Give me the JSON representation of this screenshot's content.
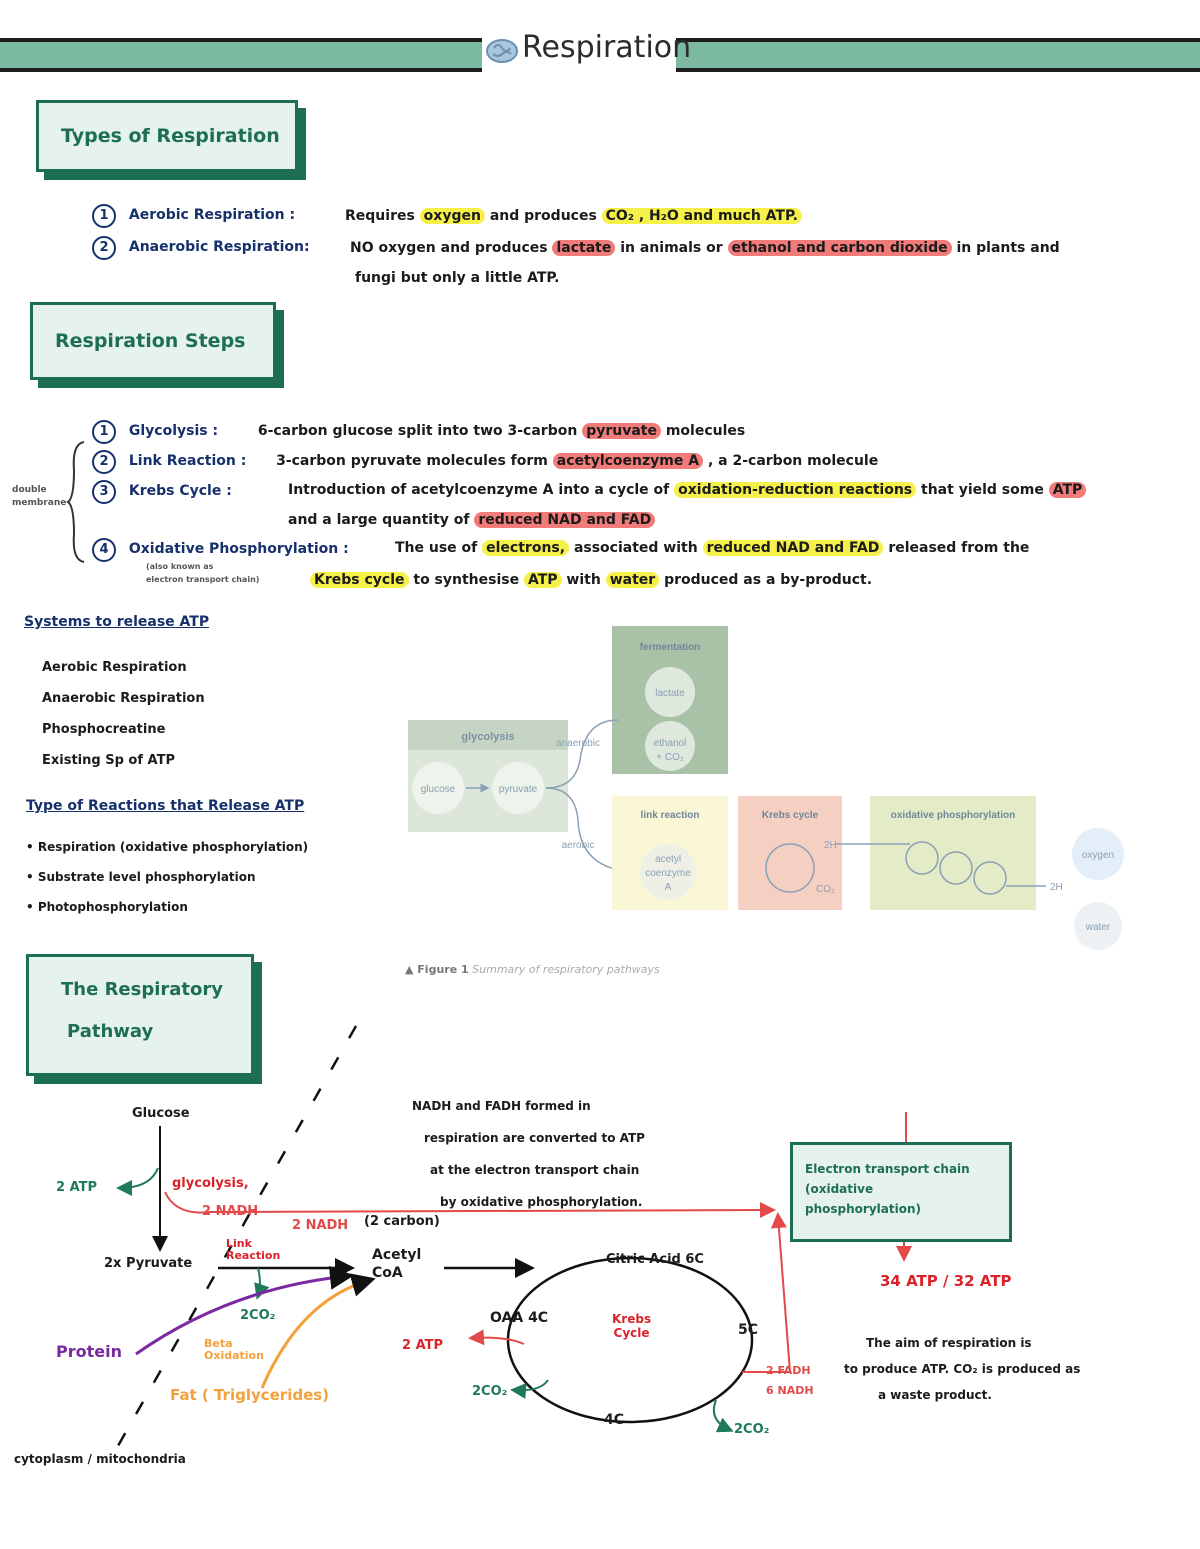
{
  "header": {
    "title": "Respiration"
  },
  "sections": {
    "types": {
      "heading": "Types of Respiration"
    },
    "steps": {
      "heading": "Respiration Steps"
    },
    "pathway": {
      "heading_line1": "The Respiratory",
      "heading_line2": "Pathway"
    }
  },
  "types_list": [
    {
      "num": "1",
      "term": "Aerobic Respiration :",
      "desc_parts": [
        "Requires",
        "oxygen",
        "and produces",
        "CO₂ , H₂O and much ATP."
      ]
    },
    {
      "num": "2",
      "term": "Anaerobic Respiration:",
      "desc_line1_parts": [
        "NO oxygen and produces",
        "lactate",
        "in animals or",
        "ethanol and carbon dioxide",
        "in plants and"
      ],
      "desc_line2": "fungi but only a little ATP."
    }
  ],
  "steps_list": [
    {
      "num": "1",
      "term": "Glycolysis :",
      "desc_parts": [
        "6-carbon glucose split into two 3-carbon",
        "pyruvate",
        "molecules"
      ]
    },
    {
      "num": "2",
      "term": "Link Reaction :",
      "desc_parts": [
        "3-carbon pyruvate molecules form",
        "acetylcoenzyme A",
        ", a 2-carbon molecule"
      ]
    },
    {
      "num": "3",
      "term": "Krebs Cycle :",
      "desc_line1_parts": [
        "Introduction of acetylcoenzyme A into a cycle of",
        "oxidation-reduction reactions",
        "that yield some",
        "ATP"
      ],
      "desc_line2_parts": [
        "and a large quantity of",
        "reduced NAD and FAD"
      ]
    },
    {
      "num": "4",
      "term": "Oxidative Phosphorylation :",
      "desc_line1_parts": [
        "The use of",
        "electrons,",
        "associated with",
        "reduced NAD and FAD",
        "released from the"
      ],
      "desc_line2_parts": [
        "Krebs cycle",
        "to synthesise",
        "ATP",
        "with",
        "water",
        "produced as a by-product."
      ],
      "subnote_line1": "(also known as",
      "subnote_line2": "electron transport chain)"
    }
  ],
  "side_note": {
    "line1": "double",
    "line2": "membrane"
  },
  "systems": {
    "heading": "Systems to release ATP",
    "items": [
      "Aerobic Respiration",
      "Anaerobic Respiration",
      "Phosphocreatine",
      "Existing Sp of ATP"
    ]
  },
  "reactions": {
    "heading": "Type of Reactions that Release ATP",
    "items": [
      "• Respiration (oxidative phosphorylation)",
      "• Substrate level phosphorylation",
      "• Photophosphorylation"
    ]
  },
  "figure": {
    "caption_label": "▲ Figure 1",
    "caption_text": "Summary of respiratory pathways",
    "glycolysis": "glycolysis",
    "glucose": "glucose",
    "pyruvate": "pyruvate",
    "anaerobic": "anaerobic",
    "aerobic": "aerobic",
    "fermentation": "fermentation",
    "lactate": "lactate",
    "ethanol": "ethanol",
    "co2_plus": "+ CO₂",
    "link_reaction": "link reaction",
    "acetyl1": "acetyl",
    "acetyl2": "coenzyme",
    "acetyl3": "A",
    "krebs": "Krebs cycle",
    "oxphos": "oxidative phosphorylation",
    "twoH_a": "2H",
    "twoH_b": "2H",
    "co2": "CO₂",
    "oxygen": "oxygen",
    "water": "water"
  },
  "pathway": {
    "glucose": "Glucose",
    "atp2": "2 ATP",
    "glycolysis": "glycolysis,",
    "nadh2": "2 NADH",
    "pyruvate": "2x Pyruvate",
    "link_reaction_1": "Link",
    "link_reaction_2": "Reaction",
    "nadh2_b": "2 NADH",
    "two_carbon": "(2 carbon)",
    "acetyl1": "Acetyl",
    "acetyl2": "CoA",
    "co2_2": "2CO₂",
    "beta1": "Beta",
    "beta2": "Oxidation",
    "protein": "Protein",
    "fat": "Fat ( Triglycerides)",
    "cytoplasm": "cytoplasm / mitochondria",
    "citric": "Citric Acid 6C",
    "oaa": "OAA 4C",
    "krebs1": "Krebs",
    "krebs2": "Cycle",
    "c5": "5C",
    "c4": "4C",
    "atp_k": "2 ATP",
    "co2_k1": "2CO₂",
    "co2_k2": "2CO₂",
    "fadh": "2 FADH",
    "nadh6": "6 NADH",
    "note_line1": "NADH and FADH formed in",
    "note_line2": "respiration are converted to ATP",
    "note_line3": "at the electron transport chain",
    "note_line4": "by oxidative phosphorylation.",
    "etc_line1": "Electron transport chain",
    "etc_line2": "(oxidative",
    "etc_line3": "phosphorylation)",
    "atp_total": "34 ATP / 32 ATP",
    "aim_line1": "The aim of respiration is",
    "aim_line2": "to produce ATP. CO₂ is produced as",
    "aim_line3": "a waste product."
  }
}
